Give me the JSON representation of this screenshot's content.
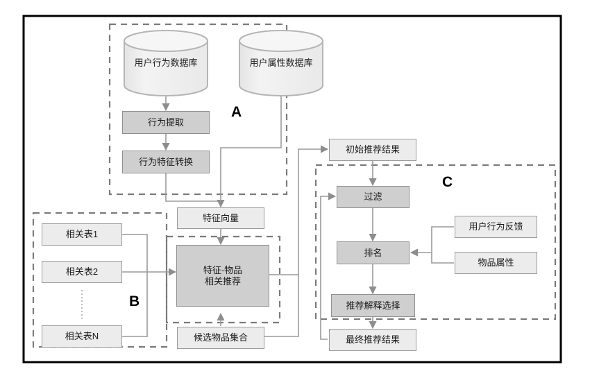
{
  "figure": {
    "type": "flowchart",
    "title": "",
    "outer_frame": {
      "color": "#000000"
    },
    "colors": {
      "node_light_fill": "#ececec",
      "node_dark_fill": "#cfcfcf",
      "node_stroke": "#9a9a9a",
      "connector": "#9a9a9a",
      "dashed_region": "#7a7a7a",
      "text": "#1b1b1b"
    }
  },
  "regions": [
    {
      "id": "A",
      "label": "A",
      "style": "dashed"
    },
    {
      "id": "B",
      "label": "B",
      "style": "dashed"
    },
    {
      "id": "C",
      "label": "C",
      "style": "dashed"
    }
  ],
  "nodes": {
    "user_behavior_db": {
      "label": "用户行为数据库",
      "shape": "cylinder",
      "region": "A"
    },
    "user_attribute_db": {
      "label": "用户属性数据库",
      "shape": "cylinder",
      "region": "A"
    },
    "behavior_extract": {
      "label": "行为提取",
      "shape": "process",
      "region": "A"
    },
    "behavior_feature_transform": {
      "label": "行为特征转换",
      "shape": "process",
      "region": "A"
    },
    "feature_vector": {
      "label": "特征向量",
      "shape": "data",
      "region": ""
    },
    "related_table_1": {
      "label": "相关表1",
      "shape": "data",
      "region": "B"
    },
    "related_table_2": {
      "label": "相关表2",
      "shape": "data",
      "region": "B"
    },
    "related_table_n": {
      "label": "相关表N",
      "shape": "data",
      "region": "B"
    },
    "feature_item_recommend": {
      "label": "特征-物品\n相关推荐",
      "shape": "process",
      "region": ""
    },
    "candidate_item_set": {
      "label": "候选物品集合",
      "shape": "data",
      "region": ""
    },
    "initial_recommend_result": {
      "label": "初始推荐结果",
      "shape": "data",
      "region": ""
    },
    "filter": {
      "label": "过滤",
      "shape": "process",
      "region": "C"
    },
    "ranking": {
      "label": "排名",
      "shape": "process",
      "region": "C"
    },
    "recommend_explain_select": {
      "label": "推荐解释选择",
      "shape": "process",
      "region": "C"
    },
    "user_behavior_feedback": {
      "label": "用户行为反馈",
      "shape": "data",
      "region": "C"
    },
    "item_attribute": {
      "label": "物品属性",
      "shape": "data",
      "region": "C"
    },
    "final_recommend_result": {
      "label": "最终推荐结果",
      "shape": "data",
      "region": ""
    }
  },
  "ellipsis": {
    "label": "⋮",
    "between": [
      "related_table_2",
      "related_table_n"
    ]
  },
  "edges": [
    {
      "from": "user_behavior_db",
      "to": "behavior_extract"
    },
    {
      "from": "behavior_extract",
      "to": "behavior_feature_transform"
    },
    {
      "from": "behavior_feature_transform",
      "to": "feature_vector"
    },
    {
      "from": "user_attribute_db",
      "to": "feature_vector"
    },
    {
      "from": "feature_vector",
      "to": "feature_item_recommend"
    },
    {
      "from": "related_table_1",
      "to": "feature_item_recommend"
    },
    {
      "from": "related_table_2",
      "to": "feature_item_recommend"
    },
    {
      "from": "related_table_n",
      "to": "feature_item_recommend"
    },
    {
      "from": "candidate_item_set",
      "to": "feature_item_recommend"
    },
    {
      "from": "candidate_item_set",
      "to": "initial_recommend_result"
    },
    {
      "from": "feature_item_recommend",
      "to": "initial_recommend_result"
    },
    {
      "from": "initial_recommend_result",
      "to": "filter"
    },
    {
      "from": "filter",
      "to": "ranking"
    },
    {
      "from": "user_behavior_feedback",
      "to": "ranking"
    },
    {
      "from": "item_attribute",
      "to": "ranking"
    },
    {
      "from": "ranking",
      "to": "recommend_explain_select"
    },
    {
      "from": "recommend_explain_select",
      "to": "final_recommend_result"
    },
    {
      "from": "final_recommend_result",
      "to": "filter",
      "note": "feedback loop"
    }
  ]
}
